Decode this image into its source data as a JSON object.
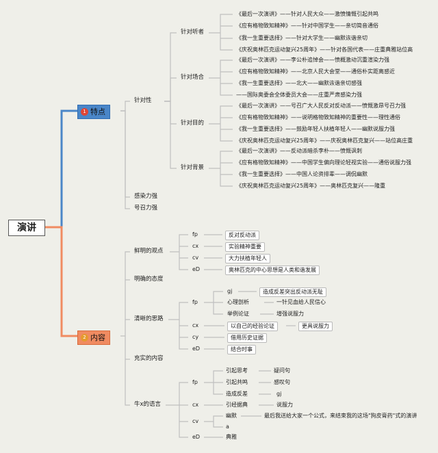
{
  "root": "演讲",
  "tedian": {
    "num": "1",
    "label": "特点",
    "zhenduixing": "针对性",
    "listener": {
      "label": "针对听者",
      "items": [
        "《最后一次演讲》——针对人民大众——激愤情慨引起共鸣",
        "《应有格物致知精神》——针对中国学生——亲切简音通俗",
        "《我一生重要选择》——针对大学生——幽默诙谐亲切",
        "《庆祝奥林匹克运动复兴25周年》——针对各国代表——庄重典雅站位高"
      ]
    },
    "occasion": {
      "label": "针对场合",
      "items": [
        "《最后一次演讲》——李公朴追悼会——愤概激动沉重渲染力强",
        "《应有格物致知精神》——北京人民大会堂——通俗朴实距离感近",
        "《我一生重要选择》——北大——幽默诙谐亲切感强",
        "——国际奥委会全体委员大会——庄重严肃感染力强"
      ]
    },
    "purpose": {
      "label": "针对目的",
      "items": [
        "《最后一次演讲》——号召广大人民反对反动派——愤慨激昂号召力强",
        "《应有格物致知精神》——说明格物致知精神的重要性——理性通俗",
        "《我一生重要选择》——鼓励年轻人扶植年轻人——幽默说服力强",
        "《庆祝奥林匹克运动复兴25周年》——庆祝奥林匹克复兴——站位高庄重"
      ]
    },
    "background": {
      "label": "针对背景",
      "items": [
        "《最后一次演讲》——反动派暗杀李朴——愤慨讽刺",
        "《应有格物致知精神》——中国学生偏向理论轻视实验——通俗说服力强",
        "《我一生重要选择》——中国人论资排辈——调侃幽默",
        "《庆祝奥林匹克运动复兴25周年》——奥林匹克复兴——隆重"
      ]
    },
    "ganranli": "感染力强",
    "haozhaoli": "号召力强"
  },
  "neirong": {
    "num": "2",
    "label": "内容",
    "xianming": {
      "label": "鲜明的观点",
      "rows": [
        {
          "tag": "fp",
          "text": "反对反动派"
        },
        {
          "tag": "cx",
          "text": "实验精神重要"
        },
        {
          "tag": "cv",
          "text": "大力扶植年轻人"
        },
        {
          "tag": "eD",
          "text": "奥林匹克的中心思想是人类和谐发展"
        }
      ]
    },
    "mingque": "明确的态度",
    "qingxi": {
      "label": "清晰的思路",
      "fp": {
        "tag": "fp",
        "gj": "gj",
        "gj_text": "造成反差突出反动派无耻",
        "xinli": "心理剖析",
        "xinli_text": "一针见血给人民信心",
        "juli": "举例论证",
        "juli_text": "增强说服力"
      },
      "cx": {
        "tag": "cx",
        "text": "以自己的经验论证",
        "sub": "更具说服力"
      },
      "cy": {
        "tag": "cy",
        "text": "借用历史证据"
      },
      "eD": {
        "tag": "eD",
        "text": "结合时事"
      }
    },
    "chongshi": "充实的内容",
    "yuyan": {
      "label": "牛x的语言",
      "fp": {
        "tag": "fp",
        "r1": "引起思考",
        "r1b": "疑问句",
        "r2": "引起共鸣",
        "r2b": "感叹句",
        "r3": "造成反差",
        "r3b": "gj"
      },
      "cx": {
        "tag": "cx",
        "text": "引经据典",
        "sub": "说服力"
      },
      "cv": {
        "tag": "cv",
        "youmo": "幽默",
        "youmo_text": "最后我送给大家一个公式，来结束我的这场\"狗皮膏药\"式的演讲",
        "a": "a"
      },
      "eD": {
        "tag": "eD",
        "text": "典雅"
      }
    }
  },
  "colors": {
    "tedian": "#4a86c8",
    "neirong": "#f08b61",
    "line": "#bfbfbf"
  }
}
